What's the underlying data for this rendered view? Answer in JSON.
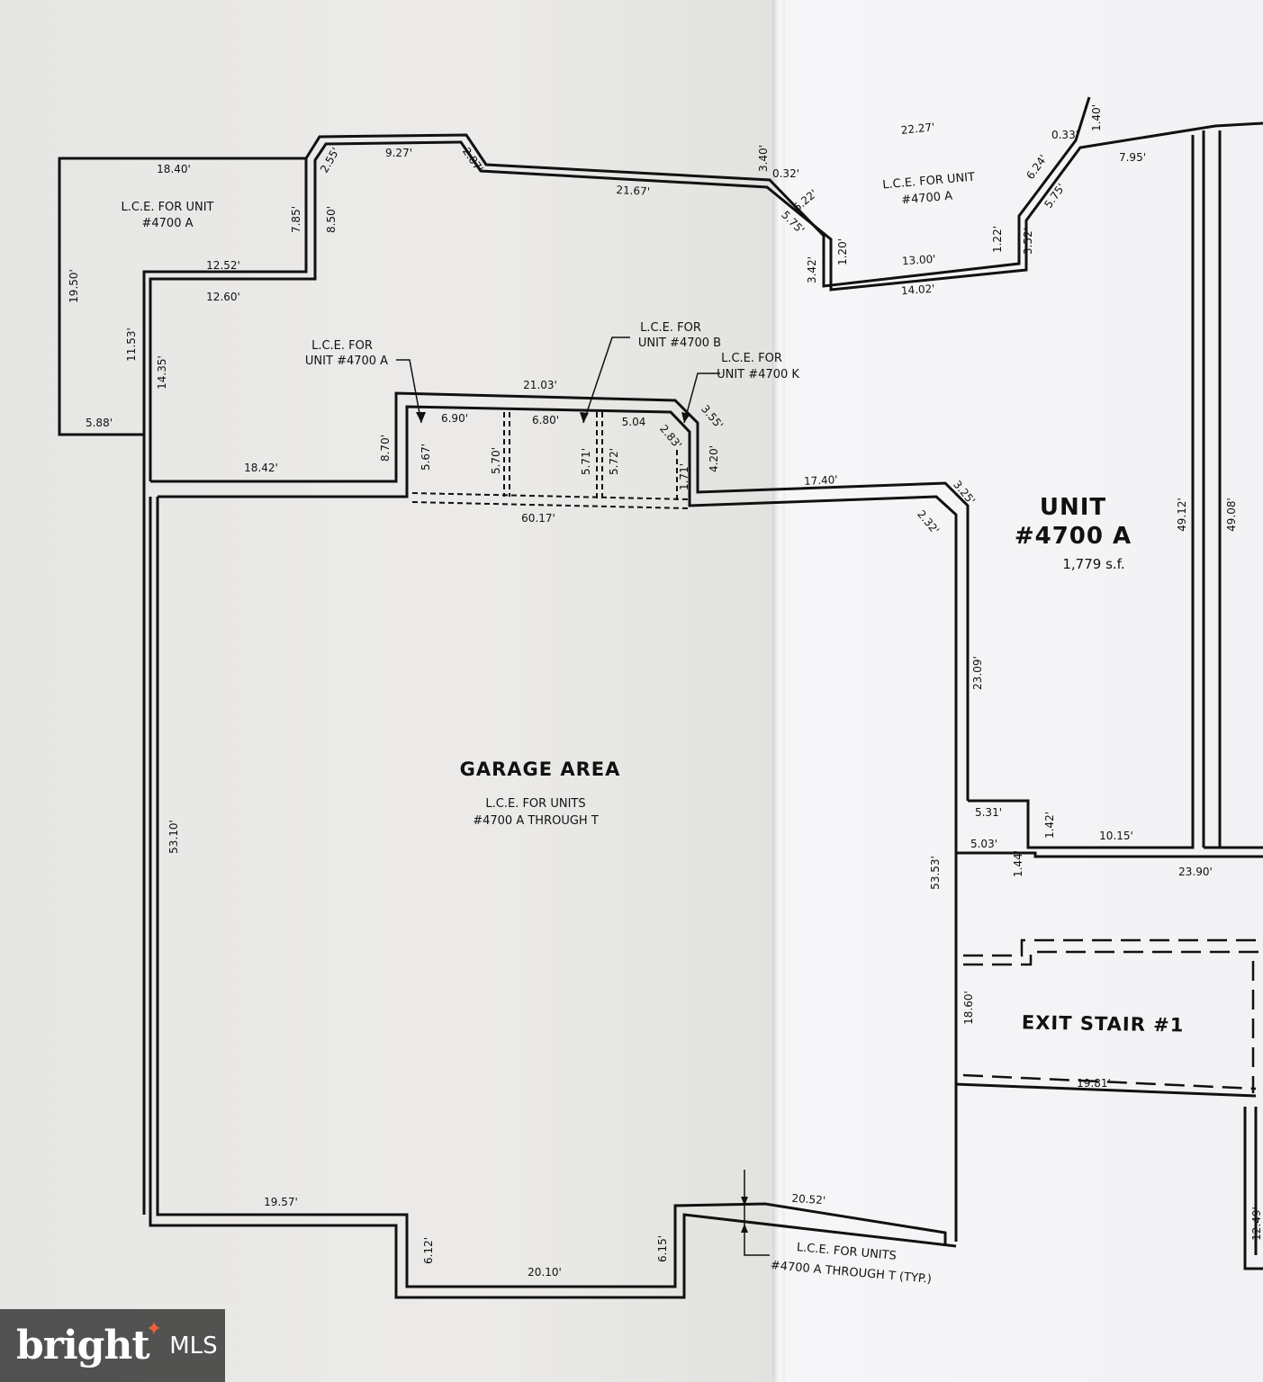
{
  "areas": {
    "lce_top_left": [
      "L.C.E. FOR UNIT",
      "#4700 A"
    ],
    "lce_top_right": [
      "L.C.E. FOR UNIT",
      "#4700 A"
    ],
    "lce_a": [
      "L.C.E. FOR",
      "UNIT #4700 A"
    ],
    "lce_b": [
      "L.C.E. FOR",
      "UNIT #4700 B"
    ],
    "lce_k": [
      "L.C.E. FOR",
      "UNIT #4700 K"
    ],
    "garage_title": "GARAGE AREA",
    "garage_sub": [
      "L.C.E. FOR UNITS",
      "#4700 A THROUGH T"
    ],
    "unit_label": [
      "UNIT",
      "#4700 A"
    ],
    "unit_sf": "1,779 s.f.",
    "exit_stair": "EXIT STAIR #1",
    "lce_bottom": [
      "L.C.E. FOR UNITS",
      "#4700 A THROUGH T (TYP.)"
    ]
  },
  "dimensions": {
    "d1840": "18.40'",
    "d1950": "19.50'",
    "d588": "5.88'",
    "d785": "7.85'",
    "d850": "8.50'",
    "d1252": "12.52'",
    "d1260": "12.60'",
    "d1153": "11.53'",
    "d1435": "14.35'",
    "d255": "2.55'",
    "d927": "9.27'",
    "d287": "2.87'",
    "d2167": "21.67'",
    "d340": "3.40'",
    "d032": "0.32'",
    "d622": "6.22'",
    "d575a": "5.75'",
    "d2227": "22.27'",
    "d140": "1.40'",
    "d033": "0.33'",
    "d795": "7.95'",
    "d624": "6.24'",
    "d575b": "5.75'",
    "d120": "1.20'",
    "d342": "3.42'",
    "d1300": "13.00'",
    "d122": "1.22'",
    "d352": "3.52'",
    "d1402": "14.02'",
    "d1842": "18.42'",
    "d870": "8.70'",
    "d2103": "21.03'",
    "d690": "6.90'",
    "d680": "6.80'",
    "d504": "5.04",
    "d567": "5.67'",
    "d570": "5.70'",
    "d571": "5.71'",
    "d572": "5.72'",
    "d283": "2.83'",
    "d355": "3.55'",
    "d171": "1.71'",
    "d420": "4.20'",
    "d6017": "60.17'",
    "d1740": "17.40'",
    "d325": "3.25'",
    "d232": "2.32'",
    "d4912": "49.12'",
    "d4908": "49.08'",
    "d2309": "23.09'",
    "d531": "5.31'",
    "d142": "1.42'",
    "d1015": "10.15'",
    "d503": "5.03'",
    "d144": "1.44'",
    "d2390": "23.90'",
    "d5310": "53.10'",
    "d5353": "53.53'",
    "d1860": "18.60'",
    "d1981": "19.81'",
    "d1249": "12.49'",
    "d1957": "19.57'",
    "d612": "6.12'",
    "d2010": "20.10'",
    "d615": "6.15'",
    "d2052": "20.52'"
  },
  "watermark": {
    "brand": "bright",
    "suffix": "MLS"
  },
  "colors": {
    "line": "#111111",
    "paper": "#ecebe9",
    "badge": "#3c3c3c",
    "accent": "#e8623a"
  }
}
